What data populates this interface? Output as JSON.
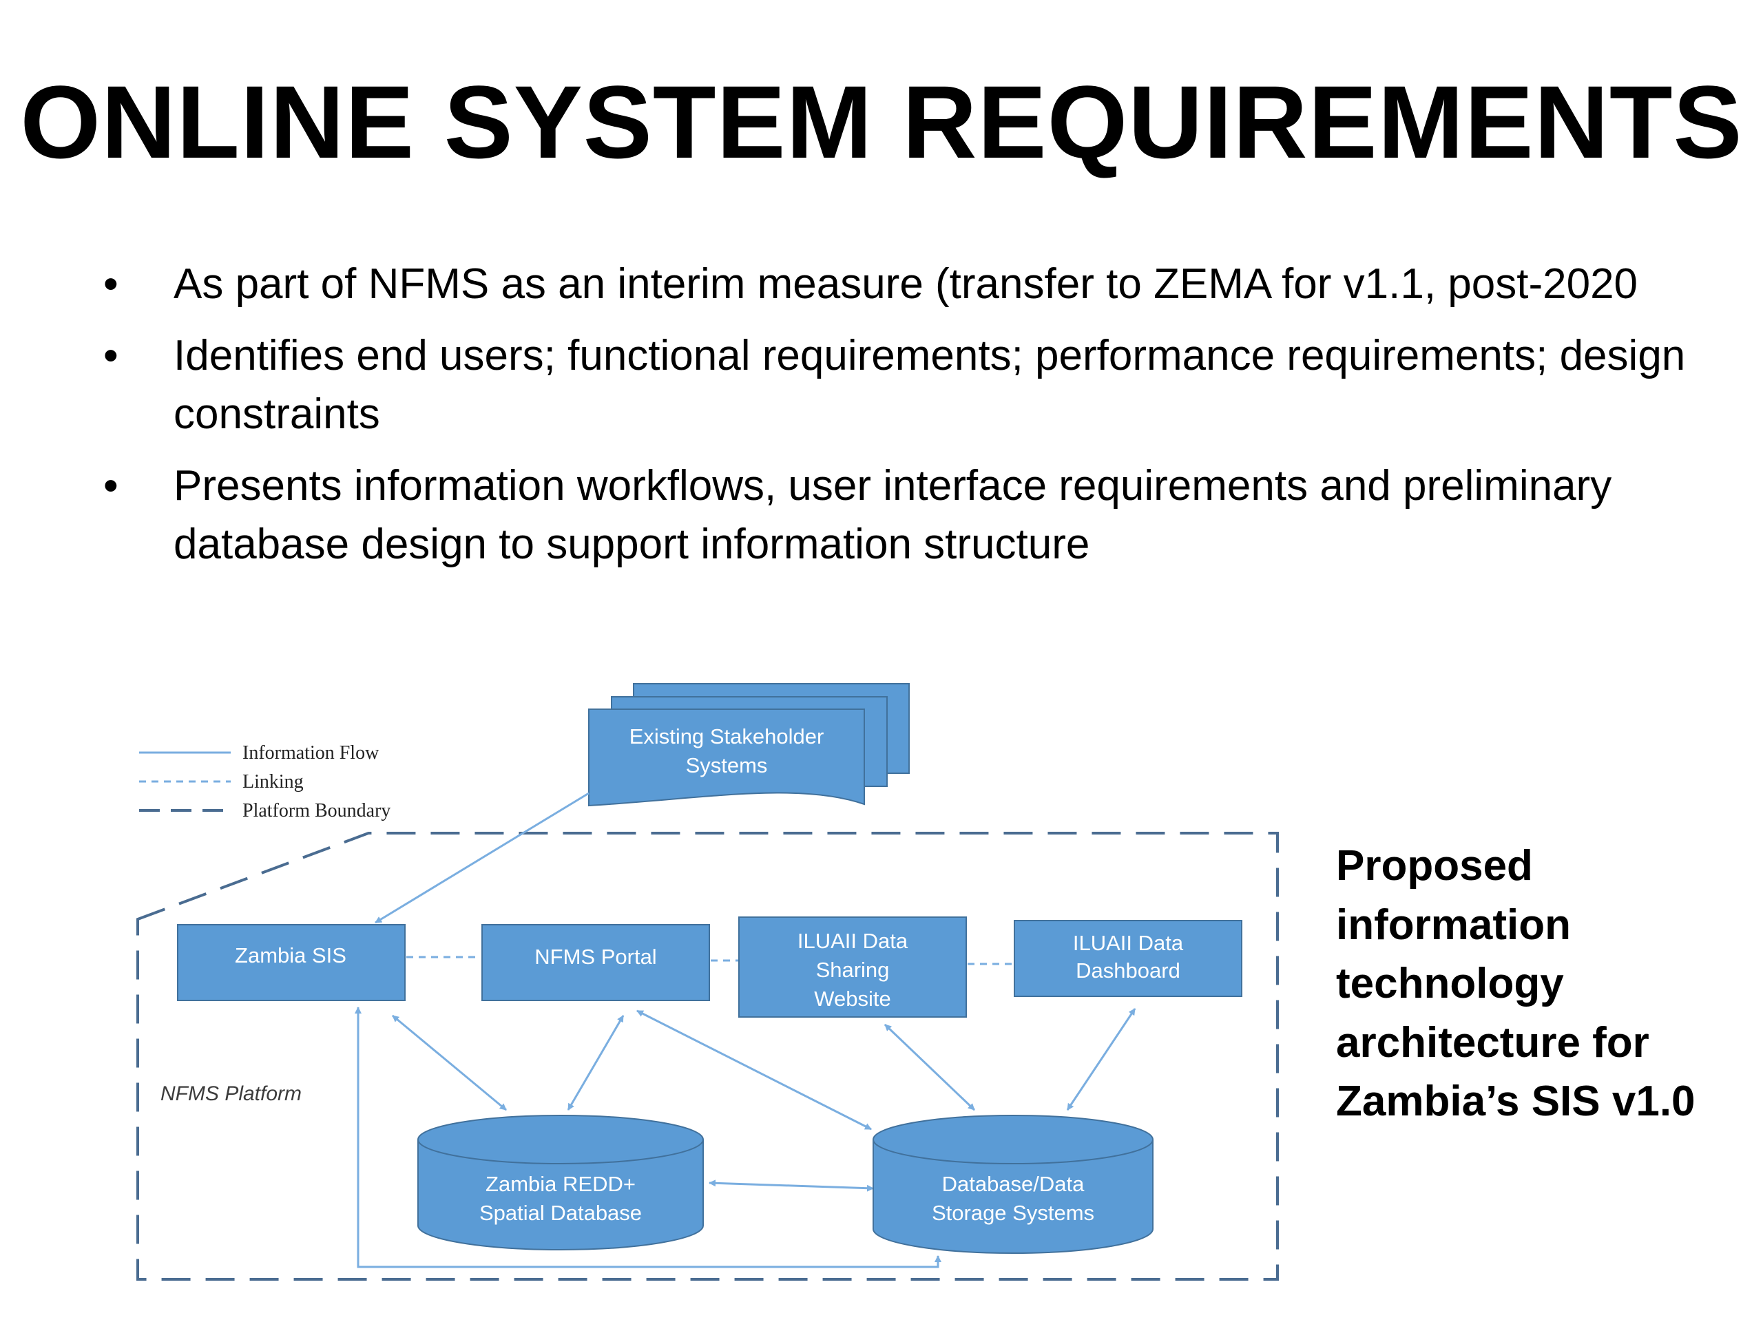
{
  "slide": {
    "title": "ONLINE SYSTEM REQUIREMENTS",
    "bullet_symbol": "•",
    "bullets": [
      "As part of NFMS as an interim measure (transfer to ZEMA for v1.1, post-2020",
      "Identifies end users; functional requirements; performance requirements; design constraints",
      "Presents information workflows, user interface requirements and preliminary database design to support information structure"
    ],
    "caption": "Proposed information technology architecture for Zambia’s SIS v1.0"
  },
  "diagram": {
    "legend": {
      "information_flow": "Information Flow",
      "linking": "Linking",
      "platform_boundary": "Platform Boundary"
    },
    "platform_label": "NFMS Platform",
    "stakeholder": {
      "line1": "Existing Stakeholder",
      "line2": "Systems"
    },
    "zambia_sis": "Zambia SIS",
    "nfms_portal": "NFMS Portal",
    "iluaii_website": {
      "line1": "ILUAII Data",
      "line2": "Sharing",
      "line3": "Website"
    },
    "iluaii_dashboard": {
      "line1": "ILUAII Data",
      "line2": "Dashboard"
    },
    "redd_db": {
      "line1": "Zambia REDD+",
      "line2": "Spatial Database"
    },
    "storage_db": {
      "line1": "Database/Data",
      "line2": "Storage Systems"
    },
    "colors": {
      "box_fill": "#5b9bd5",
      "box_stroke": "#41719c",
      "line": "#7aaee0",
      "boundary": "#4a6c91"
    }
  }
}
